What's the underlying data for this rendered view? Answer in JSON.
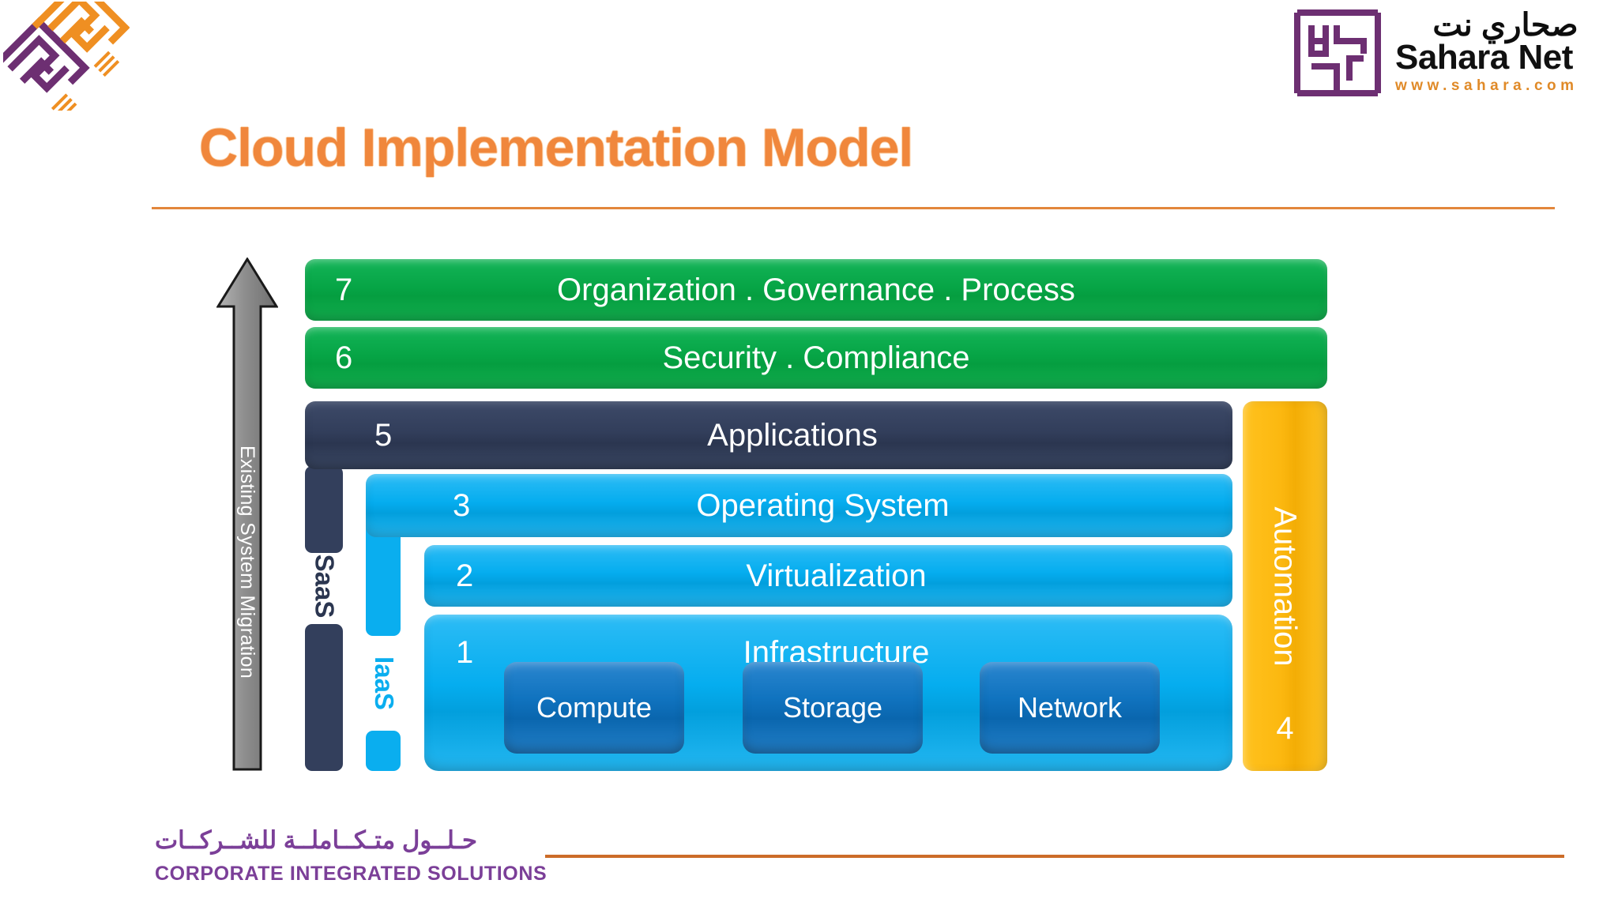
{
  "slide": {
    "title": "Cloud Implementation Model",
    "accent_color": "#f0873c",
    "background": "#ffffff"
  },
  "corporate_logo": {
    "icon_name": "kufic-geometric-logo",
    "colors": [
      "#6d2f72",
      "#ef8f22"
    ]
  },
  "sahara_logo": {
    "icon_name": "sahara-net-kufic-mark",
    "arabic": "صحاري نت",
    "latin": "Sahara Net",
    "url": "www.sahara.com",
    "mark_color": "#6d2f72",
    "url_color": "#e08a28"
  },
  "diagram": {
    "migration_arrow": {
      "label": "Existing System Migration",
      "icon_name": "up-arrow-icon",
      "color": "#8c8c8c"
    },
    "automation": {
      "label": "Automation",
      "number": "4",
      "color": "#fcb810"
    },
    "service_brackets": [
      {
        "label": "SaaS",
        "color": "#333f5c"
      },
      {
        "label": "IaaS",
        "color": "#0aaeef"
      }
    ],
    "layers": [
      {
        "number": "7",
        "label": "Organization . Governance . Process",
        "color": "#06a445",
        "style": "green"
      },
      {
        "number": "6",
        "label": "Security . Compliance",
        "color": "#06a445",
        "style": "green"
      },
      {
        "number": "5",
        "label": "Applications",
        "color": "#333f5c",
        "style": "navy"
      },
      {
        "number": "3",
        "label": "Operating System",
        "color": "#05adef",
        "style": "sky"
      },
      {
        "number": "2",
        "label": "Virtualization",
        "color": "#05adef",
        "style": "sky"
      },
      {
        "number": "1",
        "label": "Infrastructure",
        "color": "#05adef",
        "style": "sky"
      }
    ],
    "infrastructure_components": [
      {
        "label": "Compute",
        "color": "#1073bf"
      },
      {
        "label": "Storage",
        "color": "#1073bf"
      },
      {
        "label": "Network",
        "color": "#1073bf"
      }
    ]
  },
  "footer": {
    "arabic": "حـلــول متـكــاملــة للشــركــات",
    "latin": "CORPORATE INTEGRATED SOLUTIONS",
    "color": "#7b3f98",
    "rule_color": "#cc6c28"
  }
}
